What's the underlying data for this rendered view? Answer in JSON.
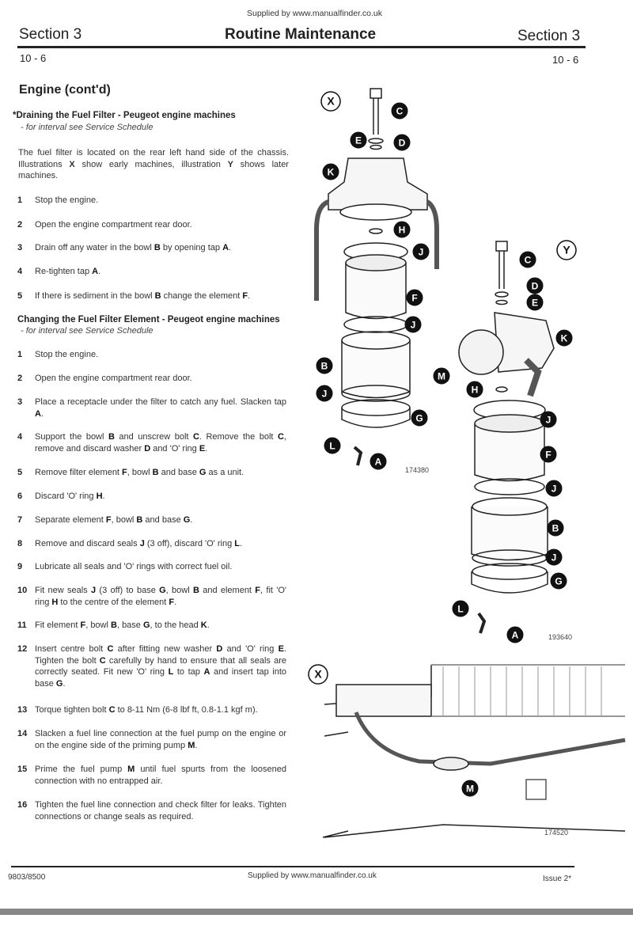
{
  "header": {
    "supplied": "Supplied by www.manualfinder.co.uk",
    "section_left": "Section 3",
    "title": "Routine Maintenance",
    "section_right": "Section 3",
    "page_left": "10 - 6",
    "page_right": "10 - 6"
  },
  "heading": "Engine (cont'd)",
  "draining": {
    "marker": "*",
    "title": "Draining the Fuel Filter - Peugeot engine machines",
    "subtitle": "- for interval see Service Schedule",
    "intro": [
      "The fuel filter is located on the rear left hand side of the chassis. Illustrations ",
      {
        "b": "X"
      },
      " show early machines, illustration ",
      {
        "b": "Y"
      },
      " shows later machines."
    ],
    "steps": [
      {
        "n": "1",
        "text": [
          "Stop the engine."
        ]
      },
      {
        "n": "2",
        "text": [
          "Open the engine compartment rear door."
        ]
      },
      {
        "n": "3",
        "text": [
          "Drain off any water in the bowl ",
          {
            "b": "B"
          },
          " by opening tap ",
          {
            "b": "A"
          },
          "."
        ]
      },
      {
        "n": "4",
        "text": [
          "Re-tighten tap ",
          {
            "b": "A"
          },
          "."
        ]
      },
      {
        "n": "5",
        "text": [
          "If there is sediment in the bowl ",
          {
            "b": "B"
          },
          " change the element ",
          {
            "b": "F"
          },
          "."
        ]
      }
    ]
  },
  "changing": {
    "title": "Changing the Fuel Filter Element - Peugeot engine machines",
    "subtitle": "- for interval see Service Schedule",
    "steps": [
      {
        "n": "1",
        "text": [
          "Stop the engine."
        ]
      },
      {
        "n": "2",
        "text": [
          "Open the engine compartment rear door."
        ]
      },
      {
        "n": "3",
        "text": [
          "Place a receptacle under the filter to catch any fuel. Slacken tap ",
          {
            "b": "A"
          },
          "."
        ]
      },
      {
        "n": "4",
        "text": [
          "Support the bowl ",
          {
            "b": "B"
          },
          " and unscrew bolt ",
          {
            "b": "C"
          },
          ". Remove the bolt ",
          {
            "b": "C"
          },
          ", remove and discard washer ",
          {
            "b": "D"
          },
          " and 'O' ring ",
          {
            "b": "E"
          },
          "."
        ]
      },
      {
        "n": "5",
        "text": [
          "Remove filter element ",
          {
            "b": "F"
          },
          ", bowl ",
          {
            "b": "B"
          },
          " and base ",
          {
            "b": "G"
          },
          " as a unit."
        ]
      },
      {
        "n": "6",
        "text": [
          "Discard 'O' ring ",
          {
            "b": "H"
          },
          "."
        ]
      },
      {
        "n": "7",
        "text": [
          "Separate element ",
          {
            "b": "F"
          },
          ", bowl ",
          {
            "b": "B"
          },
          " and base ",
          {
            "b": "G"
          },
          "."
        ]
      },
      {
        "n": "8",
        "text": [
          "Remove and discard seals ",
          {
            "b": "J"
          },
          " (3 off), discard 'O' ring ",
          {
            "b": "L"
          },
          "."
        ]
      },
      {
        "n": "9",
        "text": [
          "Lubricate all seals and 'O' rings with correct fuel oil."
        ]
      },
      {
        "n": "10",
        "text": [
          "Fit new seals ",
          {
            "b": "J"
          },
          " (3 off) to base ",
          {
            "b": "G"
          },
          ", bowl ",
          {
            "b": "B"
          },
          " and element ",
          {
            "b": "F"
          },
          ", fit 'O' ring ",
          {
            "b": "H"
          },
          " to the centre of the element ",
          {
            "b": "F"
          },
          "."
        ]
      },
      {
        "n": "11",
        "text": [
          "Fit element ",
          {
            "b": "F"
          },
          ", bowl ",
          {
            "b": "B"
          },
          ", base ",
          {
            "b": "G"
          },
          ", to the head ",
          {
            "b": "K"
          },
          "."
        ]
      },
      {
        "n": "12",
        "text": [
          "Insert centre bolt ",
          {
            "b": "C"
          },
          " after fitting new washer ",
          {
            "b": "D"
          },
          " and 'O' ring ",
          {
            "b": "E"
          },
          ". Tighten the bolt ",
          {
            "b": "C"
          },
          " carefully by hand to ensure that all seals are correctly seated. Fit new 'O' ring ",
          {
            "b": "L"
          },
          " to tap ",
          {
            "b": "A"
          },
          " and insert tap into base ",
          {
            "b": "G"
          },
          "."
        ]
      },
      {
        "n": "13",
        "text": [
          "Torque tighten bolt ",
          {
            "b": "C"
          },
          " to 8-11 Nm (6-8 lbf ft, 0.8-1.1 kgf m)."
        ]
      },
      {
        "n": "14",
        "text": [
          "Slacken a fuel line connection at the fuel pump on the engine or on the engine side of the priming pump ",
          {
            "b": "M"
          },
          "."
        ]
      },
      {
        "n": "15",
        "text": [
          "Prime the fuel pump ",
          {
            "b": "M"
          },
          " until fuel spurts from the loosened connection with no entrapped air."
        ]
      },
      {
        "n": "16",
        "text": [
          "Tighten the fuel line connection and check filter for leaks. Tighten connections or change seals as required."
        ]
      }
    ]
  },
  "figures": {
    "top_x": {
      "view": "X",
      "ref": "174380",
      "callouts": [
        "C",
        "E",
        "D",
        "K",
        "H",
        "J",
        "F",
        "J",
        "B",
        "J",
        "G",
        "L",
        "A"
      ]
    },
    "y": {
      "view": "Y",
      "ref": "193640",
      "callouts": [
        "C",
        "D",
        "E",
        "K",
        "M",
        "H",
        "J",
        "F",
        "J",
        "B",
        "J",
        "G",
        "L",
        "A"
      ]
    },
    "bottom_x": {
      "view": "X",
      "ref": "174520",
      "callouts": [
        "M"
      ]
    }
  },
  "footer": {
    "doc_number": "9803/8500",
    "supplied": "Supplied by www.manualfinder.co.uk",
    "issue": "Issue 2*"
  }
}
